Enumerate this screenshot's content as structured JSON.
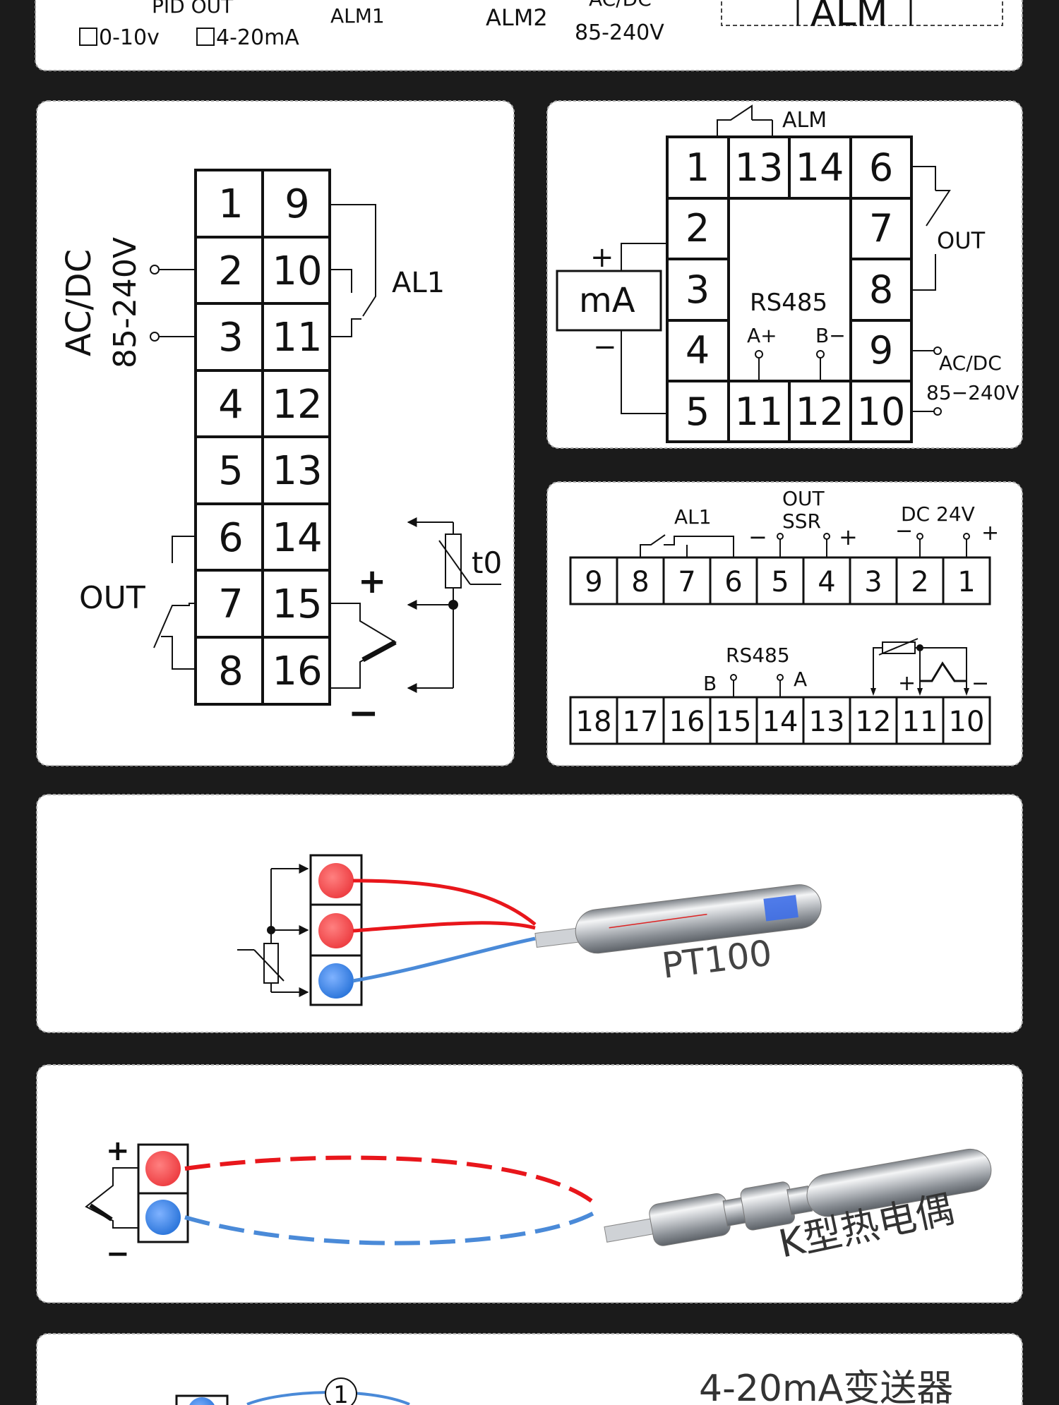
{
  "top_panel": {
    "pid_out_label": "PID OUT",
    "opt1": "0-10v",
    "opt2": "4-20mA",
    "alm1": "ALM1",
    "alm2": "ALM2",
    "acdc": "AC/DC",
    "voltage": "85-240V",
    "alm_box": "ALM"
  },
  "panel_left": {
    "power_label_1": "AC/DC",
    "power_label_2": "85-240V",
    "col1": [
      "1",
      "2",
      "3",
      "4",
      "5",
      "6",
      "7",
      "8"
    ],
    "col2": [
      "9",
      "10",
      "11",
      "12",
      "13",
      "14",
      "15",
      "16"
    ],
    "al1": "AL1",
    "out": "OUT",
    "plus": "+",
    "minus": "−",
    "t0": "t0"
  },
  "panel_rs485": {
    "alm": "ALM",
    "top_row": [
      "1",
      "13",
      "14",
      "6"
    ],
    "left_col": [
      "2",
      "3",
      "4"
    ],
    "right_col": [
      "7",
      "8",
      "9"
    ],
    "bottom_row": [
      "5",
      "11",
      "12",
      "10"
    ],
    "rs485": "RS485",
    "a_plus": "A+",
    "b_minus": "B−",
    "out": "OUT",
    "acdc": "AC/DC",
    "voltage": "85−240V",
    "ma": "mA",
    "plus": "+",
    "minus": "−"
  },
  "panel_strip": {
    "al1": "AL1",
    "out": "OUT",
    "ssr": "SSR",
    "dc24": "DC 24V",
    "row1": [
      "9",
      "8",
      "7",
      "6",
      "5",
      "4",
      "3",
      "2",
      "1"
    ],
    "rs485": "RS485",
    "b": "B",
    "a": "A",
    "row2": [
      "18",
      "17",
      "16",
      "15",
      "14",
      "13",
      "12",
      "11",
      "10"
    ],
    "plus": "+",
    "minus": "−"
  },
  "pt100_panel": {
    "label": "PT100"
  },
  "k_panel": {
    "label": "K型热电偶",
    "plus": "+",
    "minus": "−"
  },
  "bottom_panel": {
    "label": "4-20mA变送器",
    "circle": "1"
  },
  "colors": {
    "background": "#1b1b1b",
    "panel": "#ffffff",
    "red_wire": "#e8161b",
    "blue_wire": "#4a8ad8"
  }
}
